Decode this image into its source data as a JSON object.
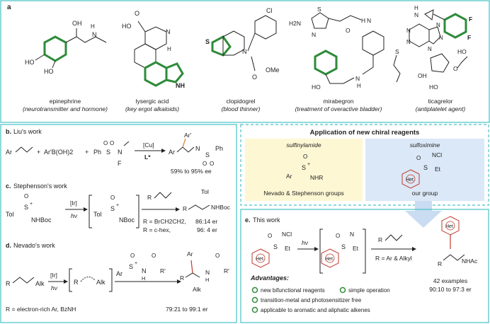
{
  "colors": {
    "panel_border": "#47c2c6",
    "green": "#2e8b3a",
    "red": "#c0392b",
    "blue": "#2b86c4",
    "orange": "#d9822b",
    "title_red": "#a0182a",
    "sulfinyl_bg": "#fdf7d4",
    "sulfox_bg": "#dbe8f7",
    "arrow_blue": "#c9dcf2"
  },
  "panel_a": {
    "label": "a",
    "drugs": [
      {
        "name": "epinephrine",
        "desc": "(neurotransmitter and hormone)",
        "atoms": [
          "OH",
          "H",
          "N",
          "HO",
          "HO"
        ]
      },
      {
        "name": "lysergic acid",
        "desc": "(key ergot alkaloids)",
        "atoms": [
          "HO",
          "O",
          "N",
          "H",
          "NH"
        ]
      },
      {
        "name": "clopidogrel",
        "desc": "(blood thinner)",
        "atoms": [
          "Cl",
          "S",
          "N",
          "O",
          "OMe"
        ]
      },
      {
        "name": "mirabegron",
        "desc": "(treatment of overactive bladder)",
        "atoms": [
          "H2N",
          "S",
          "N",
          "H",
          "N",
          "O",
          "HO",
          "N",
          "H"
        ]
      },
      {
        "name": "ticagrelor",
        "desc": "(antiplatelet agent)",
        "atoms": [
          "H",
          "N",
          "F",
          "F",
          "N",
          "N",
          "S",
          "N",
          "N",
          "N",
          "OH",
          "HO",
          "O",
          "HO"
        ]
      }
    ]
  },
  "panel_b": {
    "label": "b.",
    "title": "Liu's work",
    "atoms": [
      "Ar",
      "+",
      "Ar'B(OH)2",
      "+",
      "Ph",
      "S",
      "N",
      "F",
      "O",
      "O",
      "Ar",
      "Ar'",
      "N",
      "S",
      "Ph",
      "O",
      "O"
    ],
    "catalyst": "[Cu]",
    "ligand": "L*",
    "result": "59% to 95% ee"
  },
  "panel_c": {
    "label": "c.",
    "title": "Stephenson's work",
    "atoms": [
      "O",
      "S",
      "+",
      "Tol",
      "NHBoc",
      "O",
      "S",
      "+",
      "Tol",
      "NBoc",
      "R",
      "Tol",
      "R",
      "NHBoc"
    ],
    "catalyst": "[Ir]",
    "light": "hν",
    "result1_label": "R = BrCH2CH2,",
    "result1_value": "86:14 er",
    "result2_label": "R = c-hex,",
    "result2_value": "96: 4 er"
  },
  "panel_d": {
    "label": "d.",
    "title": "Nevado's work",
    "atoms": [
      "R",
      "Alk",
      "R",
      "Alk",
      "O",
      "S",
      "+",
      "Ar",
      "N",
      "H",
      "O",
      "R'",
      "Ar",
      "R",
      "Alk",
      "N",
      "H",
      "O",
      "R'"
    ],
    "catalyst": "[Ir]",
    "light": "hν",
    "substrate_note": "R = electron-rich Ar, BzNH",
    "result": "79:21 to 99:1 er"
  },
  "application": {
    "title": "Application of new chiral reagents",
    "sulfinylamide": {
      "label": "sulfinylamide",
      "atoms": [
        "O",
        "S",
        "+",
        "Ar",
        "NHR"
      ],
      "groups": "Nevado & Stephenson groups"
    },
    "sulfoximine": {
      "label": "sulfoximine",
      "atoms": [
        "O",
        "NCl",
        "S",
        "Et",
        "Het"
      ],
      "groups": "our group"
    }
  },
  "panel_e": {
    "label": "e.",
    "title": "This work",
    "atoms": [
      "O",
      "NCl",
      "S",
      "Et",
      "Het",
      "O",
      "N",
      "S",
      "Et",
      "Het",
      "R",
      "Het",
      "R",
      "NHAc"
    ],
    "light": "hν",
    "r_note": "R = Ar & Alkyl",
    "examples": "42 examples",
    "er_range": "90:10 to 97:3 er",
    "advantages_title": "Advantages:",
    "advantages": [
      "new bifunctional reagents",
      "simple operation",
      "transition-metal and photosensitizer free",
      "applicable to aromatic and aliphatic alkenes"
    ]
  }
}
